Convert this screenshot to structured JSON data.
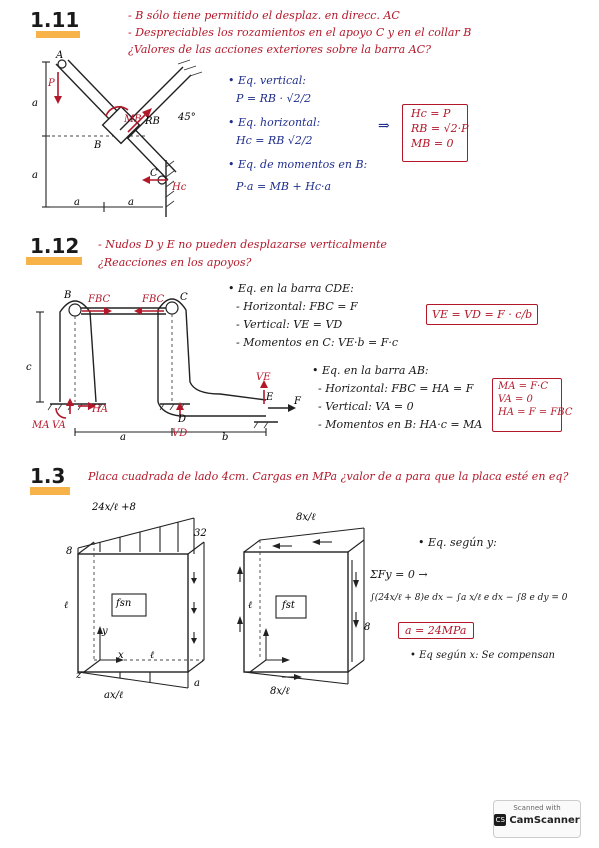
{
  "p111": {
    "number": "1.11",
    "lines": [
      "- B sólo tiene permitido el desplaz. en direcc. AC",
      "- Despreciables los rozamientos en el apoyo C y en el collar B",
      "¿Valores de las acciones exteriores sobre la barra AC?"
    ],
    "labels": {
      "A": "A",
      "B": "B",
      "C": "C",
      "a": "a",
      "RB": "RB",
      "HC": "Hc",
      "P": "P",
      "angle": "45°",
      "MB": "MB"
    },
    "eqs": [
      "• Eq. vertical:",
      "P = RB · √2/2",
      "• Eq. horizontal:",
      "Hc = RB √2/2",
      "• Eq. de momentos en B:",
      "P·a = MB + Hc·a"
    ],
    "arrow": "⇒",
    "results": [
      "Hc = P",
      "RB = √2·P",
      "MB = 0"
    ]
  },
  "p112": {
    "number": "1.12",
    "lines": [
      "- Nudos D y E no pueden desplazarse verticalmente",
      "¿Reacciones en los apoyos?"
    ],
    "labels": {
      "B": "B",
      "C": "C",
      "FBC1": "FBC",
      "FBC2": "FBC",
      "c": "c",
      "a": "a",
      "b": "b",
      "D": "D",
      "E": "E",
      "F": "F",
      "VE": "VE",
      "VD": "VD",
      "HA": "HA",
      "MA": "MA",
      "VA": "VA"
    },
    "cde_title": "• Eq. en la barra CDE:",
    "cde_eqs": [
      "- Horizontal: FBC = F",
      "- Vertical: VE = VD",
      "- Momentos en C: VE·b = F·c"
    ],
    "cde_result": "VE = VD = F · c/b",
    "ab_title": "• Eq. en la barra AB:",
    "ab_eqs": [
      "- Horizontal: FBC = HA = F",
      "- Vertical: VA = 0",
      "- Momentos en B: HA·c = MA"
    ],
    "ab_results": [
      "MA = F·C",
      "VA = 0",
      "HA = F = FBC"
    ]
  },
  "p13": {
    "number": "1.3",
    "line": "Placa cuadrada de lado 4cm. Cargas en MPa ¿valor de a para que la placa esté en eq?",
    "labels": {
      "top1": "24x/ℓ +8",
      "v32": "32",
      "v8": "8",
      "l": "ℓ",
      "fsn": "fsn",
      "fst": "fst",
      "x": "x",
      "y": "y",
      "z": "z",
      "ax": "ax/ℓ",
      "a": "a",
      "top2": "8x/ℓ",
      "bot2": "8x/ℓ",
      "s8": "8",
      "l2": "ℓ"
    },
    "eqs": [
      "• Eq. según y:",
      "ΣFy = 0 →",
      "∫(24x/ℓ + 8)e dx − ∫a x/ℓ e dx − ∫8 e dy = 0"
    ],
    "result": "a = 24MPa",
    "eqx": "• Eq según x: Se compensan"
  },
  "footer": {
    "scanned": "Scanned with",
    "brand": "CamScanner"
  }
}
